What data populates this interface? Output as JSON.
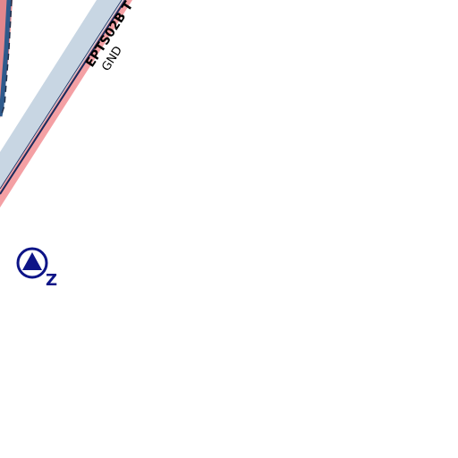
{
  "airspace": {
    "name": "EPTS02B T",
    "lower_limit": "GND",
    "fill_color": "#c8d6e3",
    "border_color": "#1a2a5c",
    "buffer_color": "#f4a0a4"
  },
  "waypoint": {
    "code": "Z",
    "color": "#0d1487",
    "icon": "compulsory-reporting-point-triangle-icon"
  },
  "left_zone": {
    "fill_color": "#e2878d",
    "border_color": "#2e5a8c"
  }
}
